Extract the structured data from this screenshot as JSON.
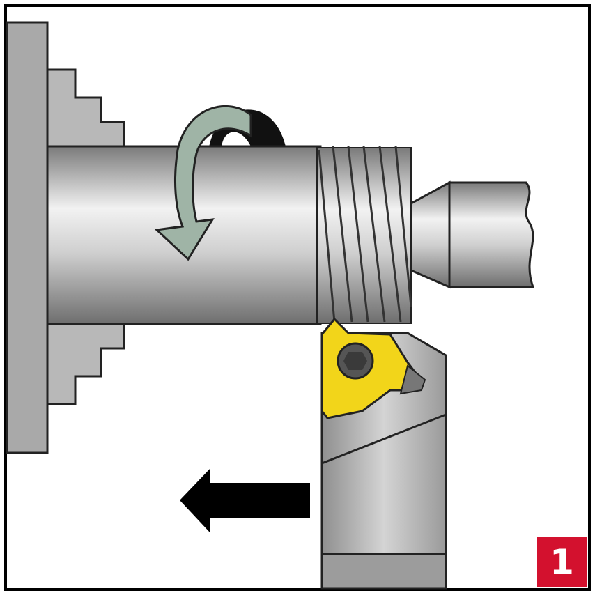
{
  "figure": {
    "badge_number": "1",
    "colors": {
      "badge": "#d3112e",
      "insert": "#f2d51a",
      "rotation_arrow": "#9fb4a6",
      "feed_arrow": "#000000",
      "metal": "#a9a9a9"
    },
    "icons": [
      "lathe-chuck",
      "workpiece",
      "rotation-arrow",
      "threading-insert",
      "tool-holder",
      "feed-direction-arrow"
    ]
  }
}
